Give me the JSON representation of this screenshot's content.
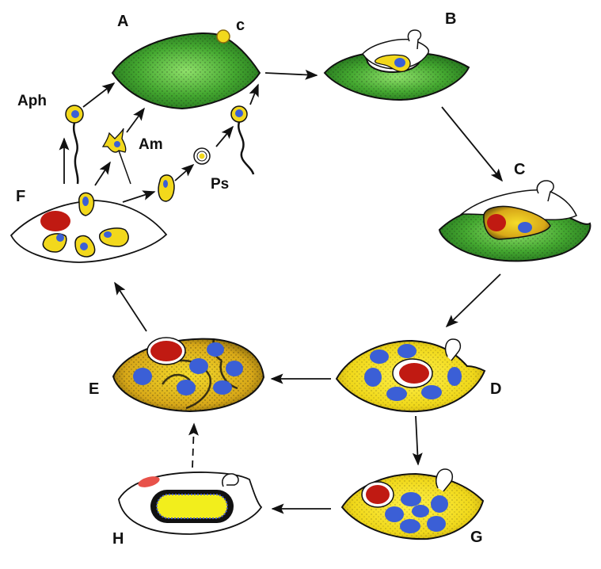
{
  "diagram": {
    "type": "life-cycle",
    "stages": [
      {
        "id": "A",
        "label": "A",
        "description": "green host cell with attached cyst"
      },
      {
        "id": "B",
        "label": "B",
        "description": "parasite inside host with exit tube"
      },
      {
        "id": "C",
        "label": "C",
        "description": "growing parasite with red body and nucleus"
      },
      {
        "id": "D",
        "label": "D",
        "description": "multinucleate stage with red residual body"
      },
      {
        "id": "E",
        "label": "E",
        "description": "cleaved cells within sporangium"
      },
      {
        "id": "F",
        "label": "F",
        "description": "released zoospores from empty wall"
      },
      {
        "id": "G",
        "label": "G",
        "description": "alternate multinucleate stage"
      },
      {
        "id": "H",
        "label": "H",
        "description": "resting spore"
      }
    ],
    "annotations": {
      "cyst": "c",
      "aph": "Aph",
      "am": "Am",
      "ps": "Ps"
    },
    "arrows": [
      {
        "from": "A",
        "to": "B",
        "style": "solid"
      },
      {
        "from": "B",
        "to": "C",
        "style": "solid"
      },
      {
        "from": "C",
        "to": "D",
        "style": "solid"
      },
      {
        "from": "D",
        "to": "E",
        "style": "solid"
      },
      {
        "from": "D",
        "to": "G",
        "style": "solid"
      },
      {
        "from": "G",
        "to": "H",
        "style": "solid"
      },
      {
        "from": "H",
        "to": "E",
        "style": "dashed"
      },
      {
        "from": "E",
        "to": "F",
        "style": "solid"
      },
      {
        "from": "F",
        "to": "Aph",
        "style": "solid"
      },
      {
        "from": "F",
        "to": "Am",
        "style": "solid"
      },
      {
        "from": "F",
        "to": "Ps",
        "style": "solid"
      },
      {
        "from": "Aph",
        "to": "A",
        "style": "solid"
      },
      {
        "from": "Am",
        "to": "A",
        "style": "solid"
      },
      {
        "from": "Ps",
        "to": "A",
        "style": "solid"
      }
    ],
    "colors": {
      "host_green": "#3f9a2c",
      "host_green_light": "#6fcf4a",
      "cytoplasm_yellow": "#f2e21c",
      "nucleus_blue": "#3b5fd6",
      "residual_red": "#c01a12",
      "outline": "#111111"
    }
  }
}
